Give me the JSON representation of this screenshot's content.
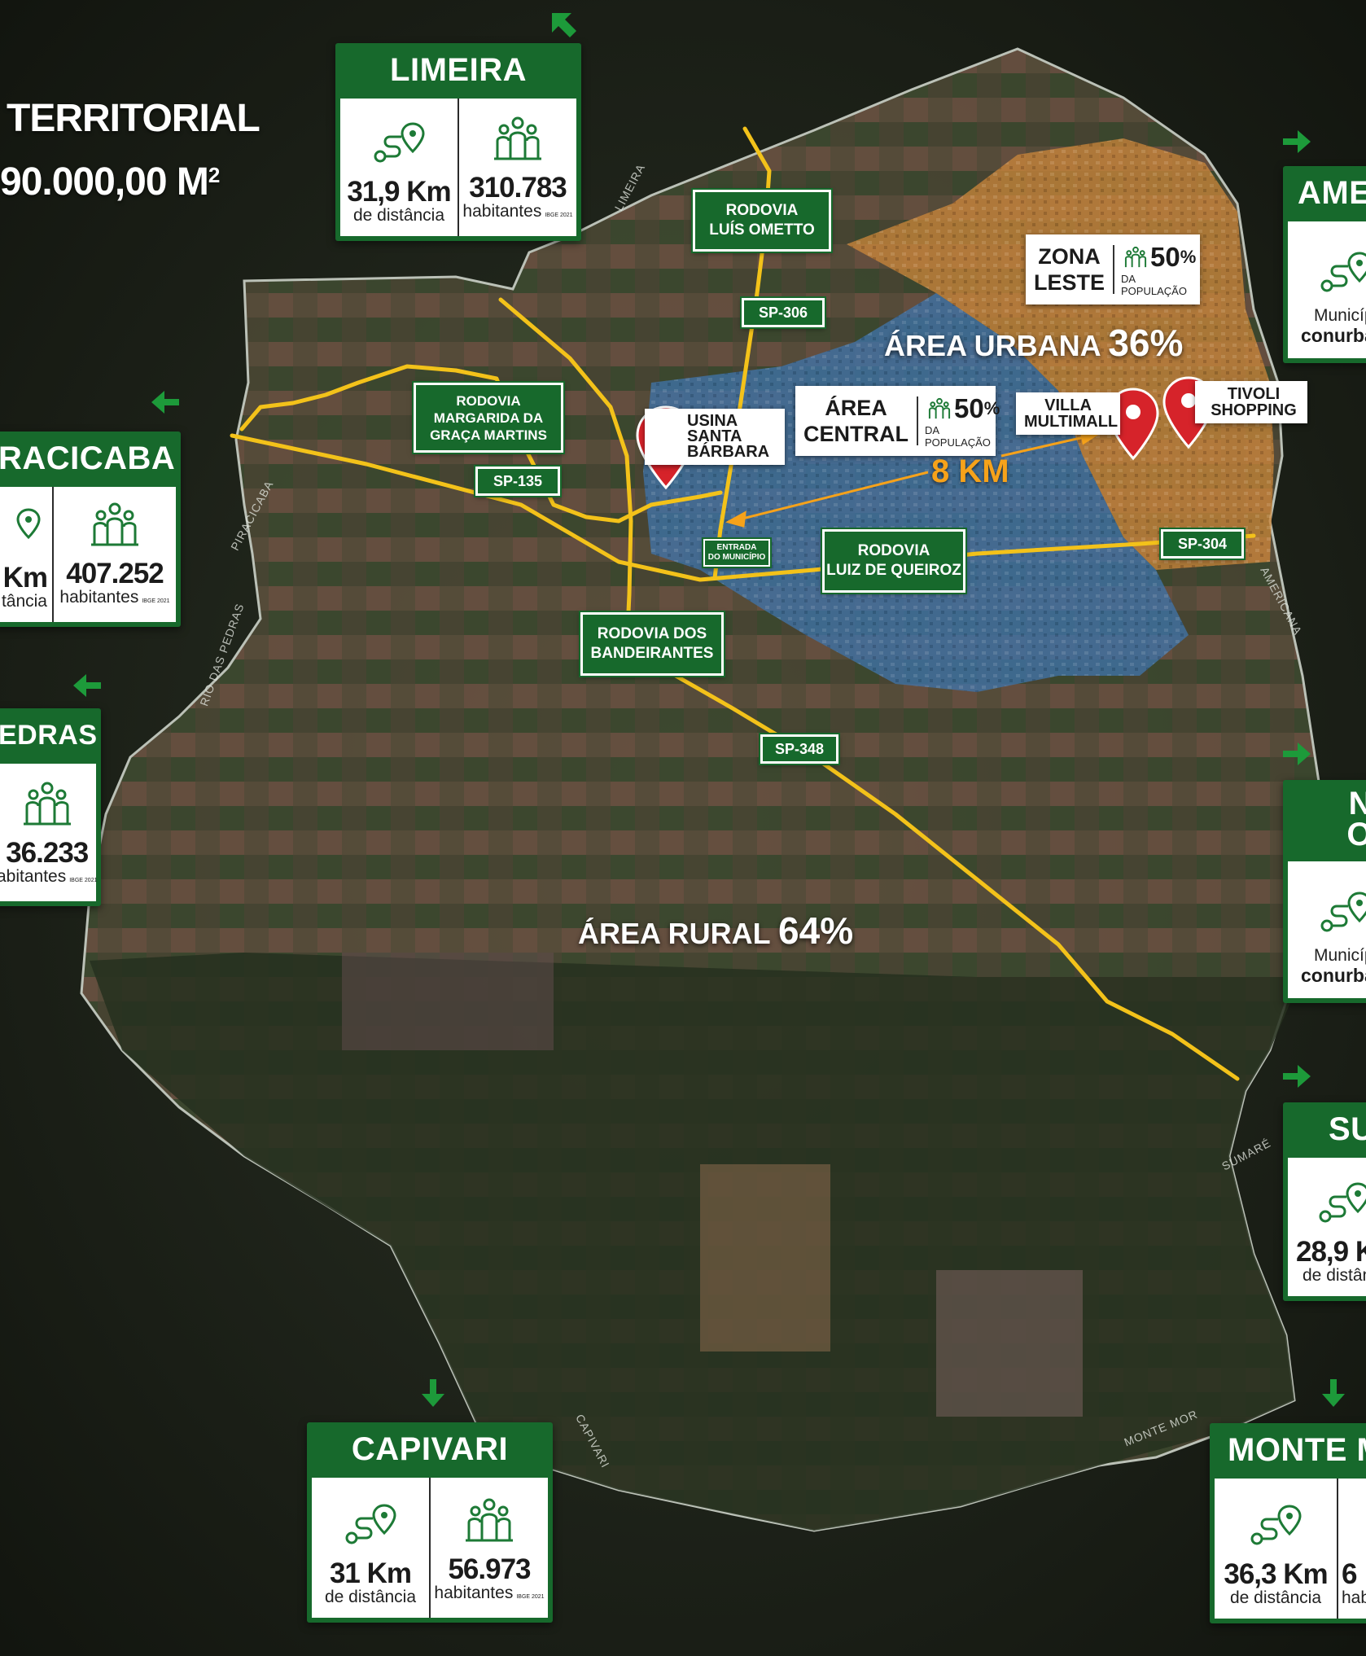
{
  "header": {
    "line1": "TERRITORIAL",
    "line2": "90.000,00 M",
    "line2_sup": "2"
  },
  "cities": {
    "limeira": {
      "name": "LIMEIRA",
      "distance": "31,9 Km",
      "distance_label": "de distância",
      "population": "310.783",
      "population_label": "habitantes",
      "source": "IBGE 2021"
    },
    "piracicaba": {
      "name": "RACICABA",
      "distance": "Km",
      "distance_label": "tância",
      "population": "407.252",
      "population_label": "habitantes",
      "source": "IBGE 2021"
    },
    "pedras": {
      "name": "EDRAS",
      "population": "36.233",
      "population_label": "abitantes",
      "source": "IBGE 2021"
    },
    "capivari": {
      "name": "CAPIVARI",
      "distance": "31 Km",
      "distance_label": "de distância",
      "population": "56.973",
      "population_label": "habitantes",
      "source": "IBGE 2021"
    },
    "monte_mor": {
      "name": "MONTE M",
      "distance": "36,3 Km",
      "distance_label": "de distância",
      "population": "6",
      "population_label": "hab"
    },
    "americana": {
      "name": "AME",
      "line1": "Municíp",
      "line2": "conurba"
    },
    "nova_odessa": {
      "name_line1": "N",
      "name_line2": "O",
      "line1": "Municíp",
      "line2": "conurba"
    },
    "sumare": {
      "name": "SU",
      "distance": "28,9 K",
      "distance_label": "de distân"
    }
  },
  "roads": {
    "luis_ometto": {
      "line1": "RODOVIA",
      "line2": "LUÍS OMETTO"
    },
    "sp306": "SP-306",
    "margarida": {
      "line1": "RODOVIA",
      "line2": "MARGARIDA DA",
      "line3": "GRAÇA MARTINS"
    },
    "sp135": "SP-135",
    "entrada": {
      "line1": "ENTRADA",
      "line2": "DO MUNICÍPIO"
    },
    "luiz_queiroz": {
      "line1": "RODOVIA",
      "line2": "LUIZ DE QUEIROZ"
    },
    "sp304": "SP-304",
    "bandeirantes": {
      "line1": "RODOVIA DOS",
      "line2": "BANDEIRANTES"
    },
    "sp348": "SP-348"
  },
  "zones": {
    "leste": {
      "line1": "ZONA",
      "line2": "LESTE",
      "percent": "50",
      "percent_sign": "%",
      "label": "DA POPULAÇÃO"
    },
    "central": {
      "line1": "ÁREA",
      "line2": "CENTRAL",
      "percent": "50",
      "percent_sign": "%",
      "label": "DA POPULAÇÃO"
    }
  },
  "places": {
    "usina": {
      "line1": "USINA",
      "line2": "SANTA",
      "line3": "BÁRBARA"
    },
    "villa": {
      "line1": "VILLA",
      "line2": "MULTIMALL"
    },
    "tivoli": {
      "line1": "TIVOLI",
      "line2": "SHOPPING"
    }
  },
  "areas": {
    "urbana": {
      "label": "ÁREA URBANA",
      "percent": "36%"
    },
    "rural": {
      "label": "ÁREA RURAL",
      "percent": "64%"
    }
  },
  "distance_marker": "8 KM",
  "map_labels": {
    "limeira": "LIMEIRA",
    "piracicaba": "PIRACICABA",
    "rio_pedras": "RIO DAS PEDRAS",
    "americana": "AMERICANA",
    "sumare": "SUMARÉ",
    "capivari": "CAPIVARI",
    "monte_mor": "MONTE MOR"
  },
  "colors": {
    "green": "#17692c",
    "road_yellow": "#f3c21a",
    "urban_blue": "#3f73a8",
    "east_orange": "#c8853a",
    "pin_red": "#d6232a",
    "km_orange": "#f6a21a"
  },
  "icons": {
    "route": "route-pin-icon",
    "people": "people-group-icon",
    "pin": "map-pin-icon",
    "arrow": "direction-arrow-icon"
  }
}
